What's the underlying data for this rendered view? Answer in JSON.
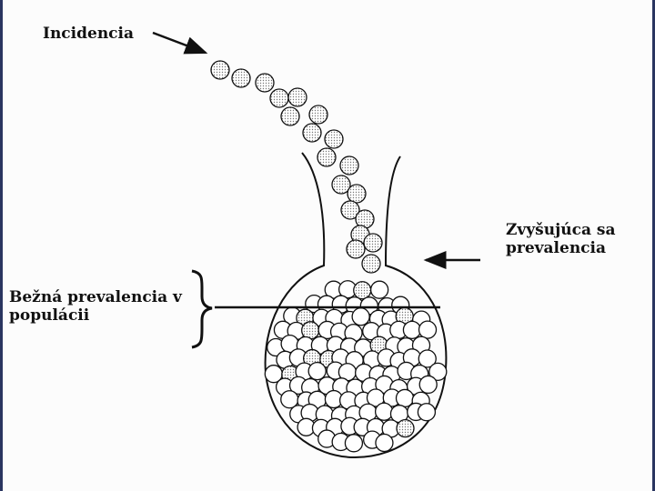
{
  "labels": {
    "incidence": "Incidencia",
    "rising_prevalence": [
      "Zvyšujúca sa",
      "prevalencia"
    ],
    "common_prevalence": [
      "Bežná prevalencia v",
      "populácii"
    ]
  },
  "colors": {
    "ink": "#111111",
    "ball_fill": "#ffffff",
    "frame": "#2a3560"
  },
  "icons": {
    "incidence_arrow": "arrow-right-down-icon",
    "rising_arrow": "arrow-left-icon",
    "brace": "right-brace-icon"
  }
}
